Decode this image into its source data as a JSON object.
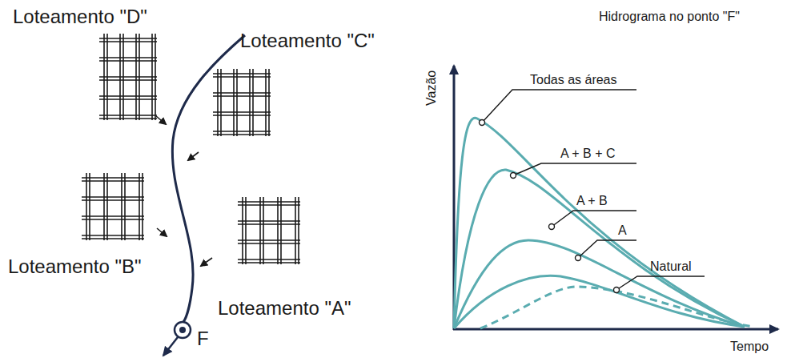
{
  "diagram": {
    "title": "Hidrograma no ponto \"F\"",
    "labels": [
      "Loteamento \"D\"",
      "Loteamento \"C\"",
      "Loteamento \"B\"",
      "Loteamento \"A\"",
      "F",
      "Vazão",
      "Tempo",
      "Todas as áreas",
      "A + B + C",
      "A + B",
      "A",
      "Natural"
    ]
  }
}
